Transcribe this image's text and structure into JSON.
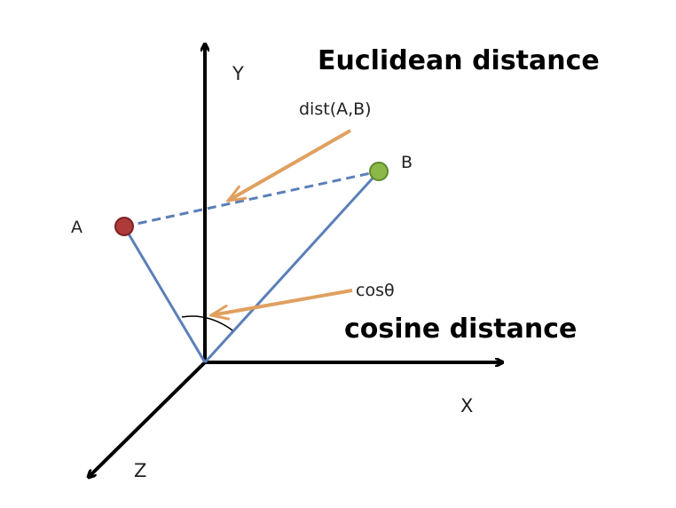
{
  "titles": {
    "euclidean": "Euclidean distance",
    "cosine": "cosine distance"
  },
  "axes": {
    "x": "X",
    "y": "Y",
    "z": "Z"
  },
  "points": {
    "a": "A",
    "b": "B"
  },
  "annotations": {
    "dist": "dist(A,B)",
    "cos": "cosθ"
  },
  "colors": {
    "axis": "#000000",
    "vector": "#5b7fb8",
    "arrow": "#e0a060",
    "point_a": "#b03a3a",
    "point_b": "#8cb84a"
  }
}
